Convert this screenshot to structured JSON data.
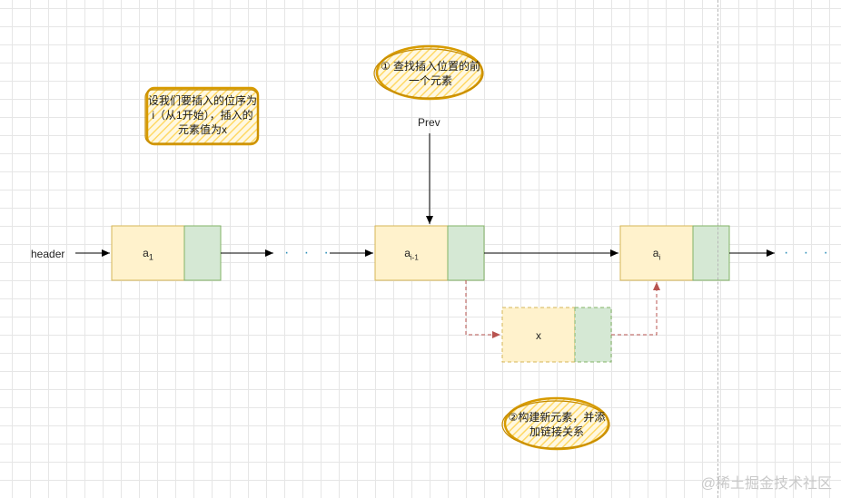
{
  "header_label": "header",
  "prev_label": "Prev",
  "nodes": {
    "first": {
      "base": "a",
      "sub": "1"
    },
    "prev": {
      "base": "a",
      "sub": "i-1"
    },
    "next": {
      "base": "a",
      "sub": "i"
    },
    "new_node": {
      "label": "x"
    }
  },
  "ellipsis": "· · ·",
  "notes": {
    "position_note": "设我们要插入的位序为i（从1开始），插入的元素值为x",
    "step1_note": "① 查找插入位置的前一个元素",
    "step2_note": "②构建新元素，并添加链接关系"
  },
  "watermark": "@稀土掘金技术社区",
  "colors": {
    "data_cell": "#fff2cc",
    "data_border": "#d6b656",
    "pointer_cell": "#d5e8d4",
    "pointer_border": "#82b366",
    "dashed_link": "#b85450",
    "note_outline": "#d79b00",
    "note_hatch": "#ffe599"
  }
}
